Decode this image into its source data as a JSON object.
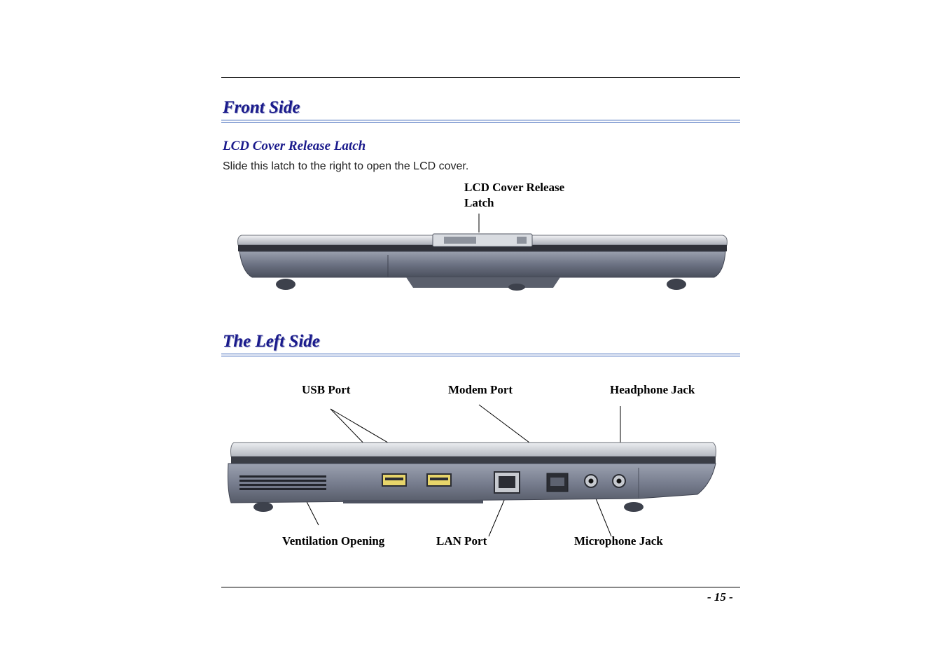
{
  "front_section": {
    "title": "Front Side",
    "subtitle": "LCD Cover Release Latch",
    "description": "Slide this latch to the right to open the LCD cover.",
    "callout_line1": "LCD Cover Release",
    "callout_line2": "Latch"
  },
  "left_section": {
    "title": "The Left Side",
    "labels": {
      "usb": "USB Port",
      "modem": "Modem Port",
      "headphone": "Headphone Jack",
      "ventilation": "Ventilation Opening",
      "lan": "LAN Port",
      "microphone": "Microphone Jack"
    }
  },
  "footer": {
    "page_number": "- 15 -"
  },
  "colors": {
    "heading": "#1a1a8c",
    "rule": "#3a63b8",
    "chassis": "#7d8496",
    "lid": "#c9ccd2"
  }
}
